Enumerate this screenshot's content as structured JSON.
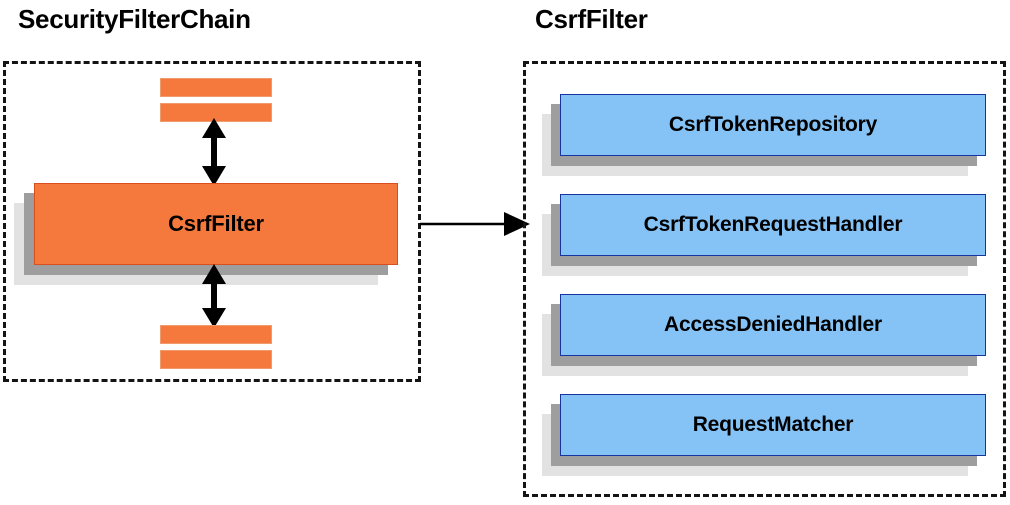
{
  "diagram": {
    "type": "architecture-block-diagram",
    "palette": {
      "orange_fill": "#f5793d",
      "orange_border": "#d94f1e",
      "blue_fill": "#85c2f5",
      "blue_border": "#16359e",
      "shadow_mid": "#9e9e9e",
      "shadow_back": "#e2e2e2",
      "dashed_border": "#141414",
      "background": "#ffffff",
      "text": "#000000"
    }
  },
  "left_panel": {
    "title": "SecurityFilterChain",
    "main_block": {
      "label": "CsrfFilter"
    },
    "filters_above": [
      {
        "label": ""
      },
      {
        "label": ""
      }
    ],
    "filters_below": [
      {
        "label": ""
      },
      {
        "label": ""
      }
    ],
    "connectors": {
      "top_arrow": "double-headed-vertical-arrow",
      "bottom_arrow": "double-headed-vertical-arrow"
    }
  },
  "cross_panel_connector": {
    "kind": "single-headed-horizontal-arrow",
    "from": "SecurityFilterChain.CsrfFilter",
    "to": "CsrfFilter"
  },
  "right_panel": {
    "title": "CsrfFilter",
    "collaborators": [
      {
        "label": "CsrfTokenRepository"
      },
      {
        "label": "CsrfTokenRequestHandler"
      },
      {
        "label": "AccessDeniedHandler"
      },
      {
        "label": "RequestMatcher"
      }
    ]
  }
}
